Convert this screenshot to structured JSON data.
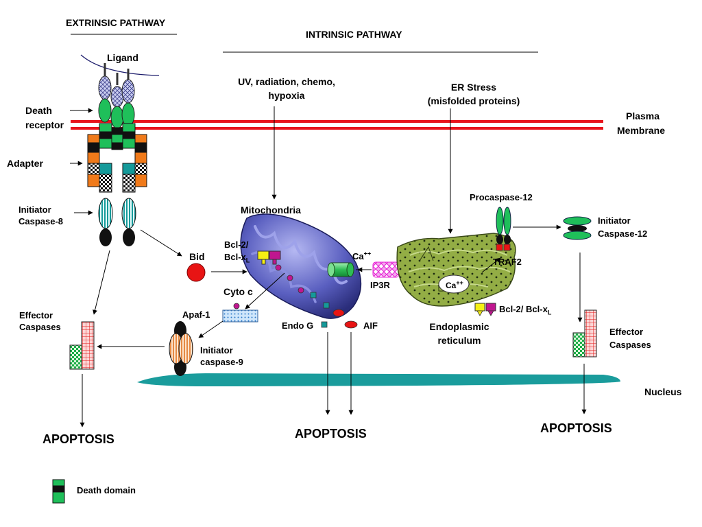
{
  "titles": {
    "extrinsic": "EXTRINSIC PATHWAY",
    "intrinsic": "INTRINSIC PATHWAY"
  },
  "extrinsic": {
    "ligand": "Ligand",
    "death_receptor_1": "Death",
    "death_receptor_2": "receptor",
    "adapter": "Adapter",
    "initiator_1": "Initiator",
    "initiator_2": "Caspase-8",
    "effector_1": "Effector",
    "effector_2": "Caspases",
    "apoptosis": "APOPTOSIS"
  },
  "membrane": {
    "plasma_1": "Plasma",
    "plasma_2": "Membrane",
    "nucleus": "Nucleus"
  },
  "mito": {
    "stimulus_1": "UV, radiation, chemo,",
    "stimulus_2": "hypoxia",
    "label": "Mitochondria",
    "bid": "Bid",
    "bcl2_1": "Bcl-2/",
    "bcl2_2_base": "Bcl-x",
    "bcl2_2_sub": "L",
    "ca_base": "Ca",
    "ca_sup": "++",
    "ip3r": "IP3R",
    "cyto_c": "Cyto c",
    "apaf": "Apaf-1",
    "casp9_1": "Initiator",
    "casp9_2": "caspase-9",
    "endo_g": "Endo G",
    "aif": "AIF",
    "apoptosis": "APOPTOSIS"
  },
  "er": {
    "stress_1": "ER Stress",
    "stress_2": "(misfolded proteins)",
    "procasp12": "Procaspase-12",
    "traf2": "TRAF2",
    "ca_base": "Ca",
    "ca_sup": "++",
    "bcl_base": "Bcl-2/ Bcl-x",
    "bcl_sub": "L",
    "er_1": "Endoplasmic",
    "er_2": "reticulum",
    "init12_1": "Initiator",
    "init12_2": "Caspase-12",
    "effector_1": "Effector",
    "effector_2": "Caspases",
    "apoptosis": "APOPTOSIS"
  },
  "legend": {
    "death_domain": "Death domain"
  },
  "colors": {
    "membrane": "#e8141c",
    "receptor_green": "#1fbf5a",
    "adapter_orange": "#f07a1a",
    "teal": "#159a9a",
    "mito": "#5a5fc0",
    "er": "#8aa53a",
    "nucleus": "#1a9c9c",
    "bid": "#e81414",
    "bcl_yellow": "#f5ef14",
    "bcl_magenta": "#c0168f",
    "ip3r": "#e61fd4"
  }
}
